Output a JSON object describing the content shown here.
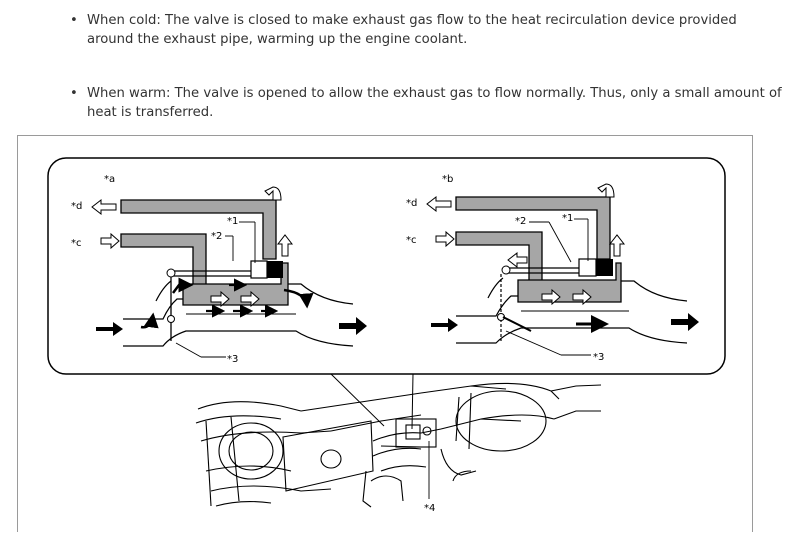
{
  "bullets": [
    {
      "marker": "•",
      "text": "When cold: The valve is closed to make exhaust gas flow to the heat recirculation device provided around the exhaust pipe, warming up the engine coolant."
    },
    {
      "marker": "•",
      "text": "When warm: The valve is opened to allow the exhaust gas to flow normally. Thus, only a small amount of heat is transferred."
    }
  ],
  "figure": {
    "labels": {
      "a": "*a",
      "b": "*b",
      "c": "*c",
      "d": "*d",
      "one": "*1",
      "two": "*2",
      "three": "*3",
      "four": "*4"
    },
    "colors": {
      "pipe_fill": "#a6a6a6",
      "outline": "#000000",
      "background": "#ffffff"
    }
  }
}
